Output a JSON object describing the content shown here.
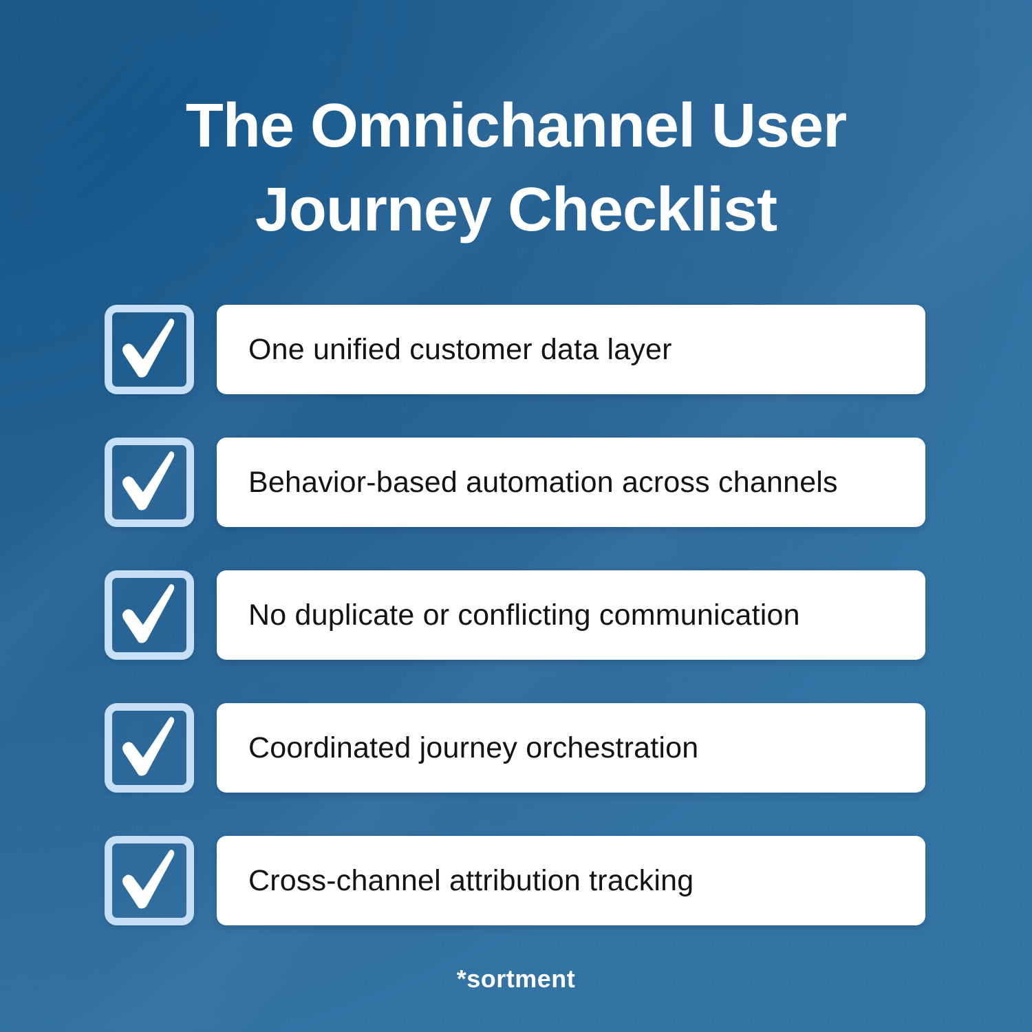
{
  "title": {
    "line1": "The Omnichannel User",
    "line2": "Journey Checklist"
  },
  "checklist": {
    "items": [
      {
        "label": "One unified customer data layer",
        "checked": true
      },
      {
        "label": "Behavior-based automation across channels",
        "checked": true
      },
      {
        "label": "No duplicate or conflicting communication",
        "checked": true
      },
      {
        "label": "Coordinated journey orchestration",
        "checked": true
      },
      {
        "label": "Cross-channel attribution tracking",
        "checked": true
      }
    ]
  },
  "footer": {
    "brand": "*sortment"
  },
  "icons": {
    "checkbox": "checkbox-checked",
    "checkmark": "checkmark-icon"
  },
  "colors": {
    "background_dark": "#094a7e",
    "background_light": "#3373a4",
    "checkbox_border": "#c7e0f7",
    "checkmark": "#ffffff",
    "card_background": "#ffffff",
    "card_text": "#131313",
    "title_text": "#ffffff"
  }
}
